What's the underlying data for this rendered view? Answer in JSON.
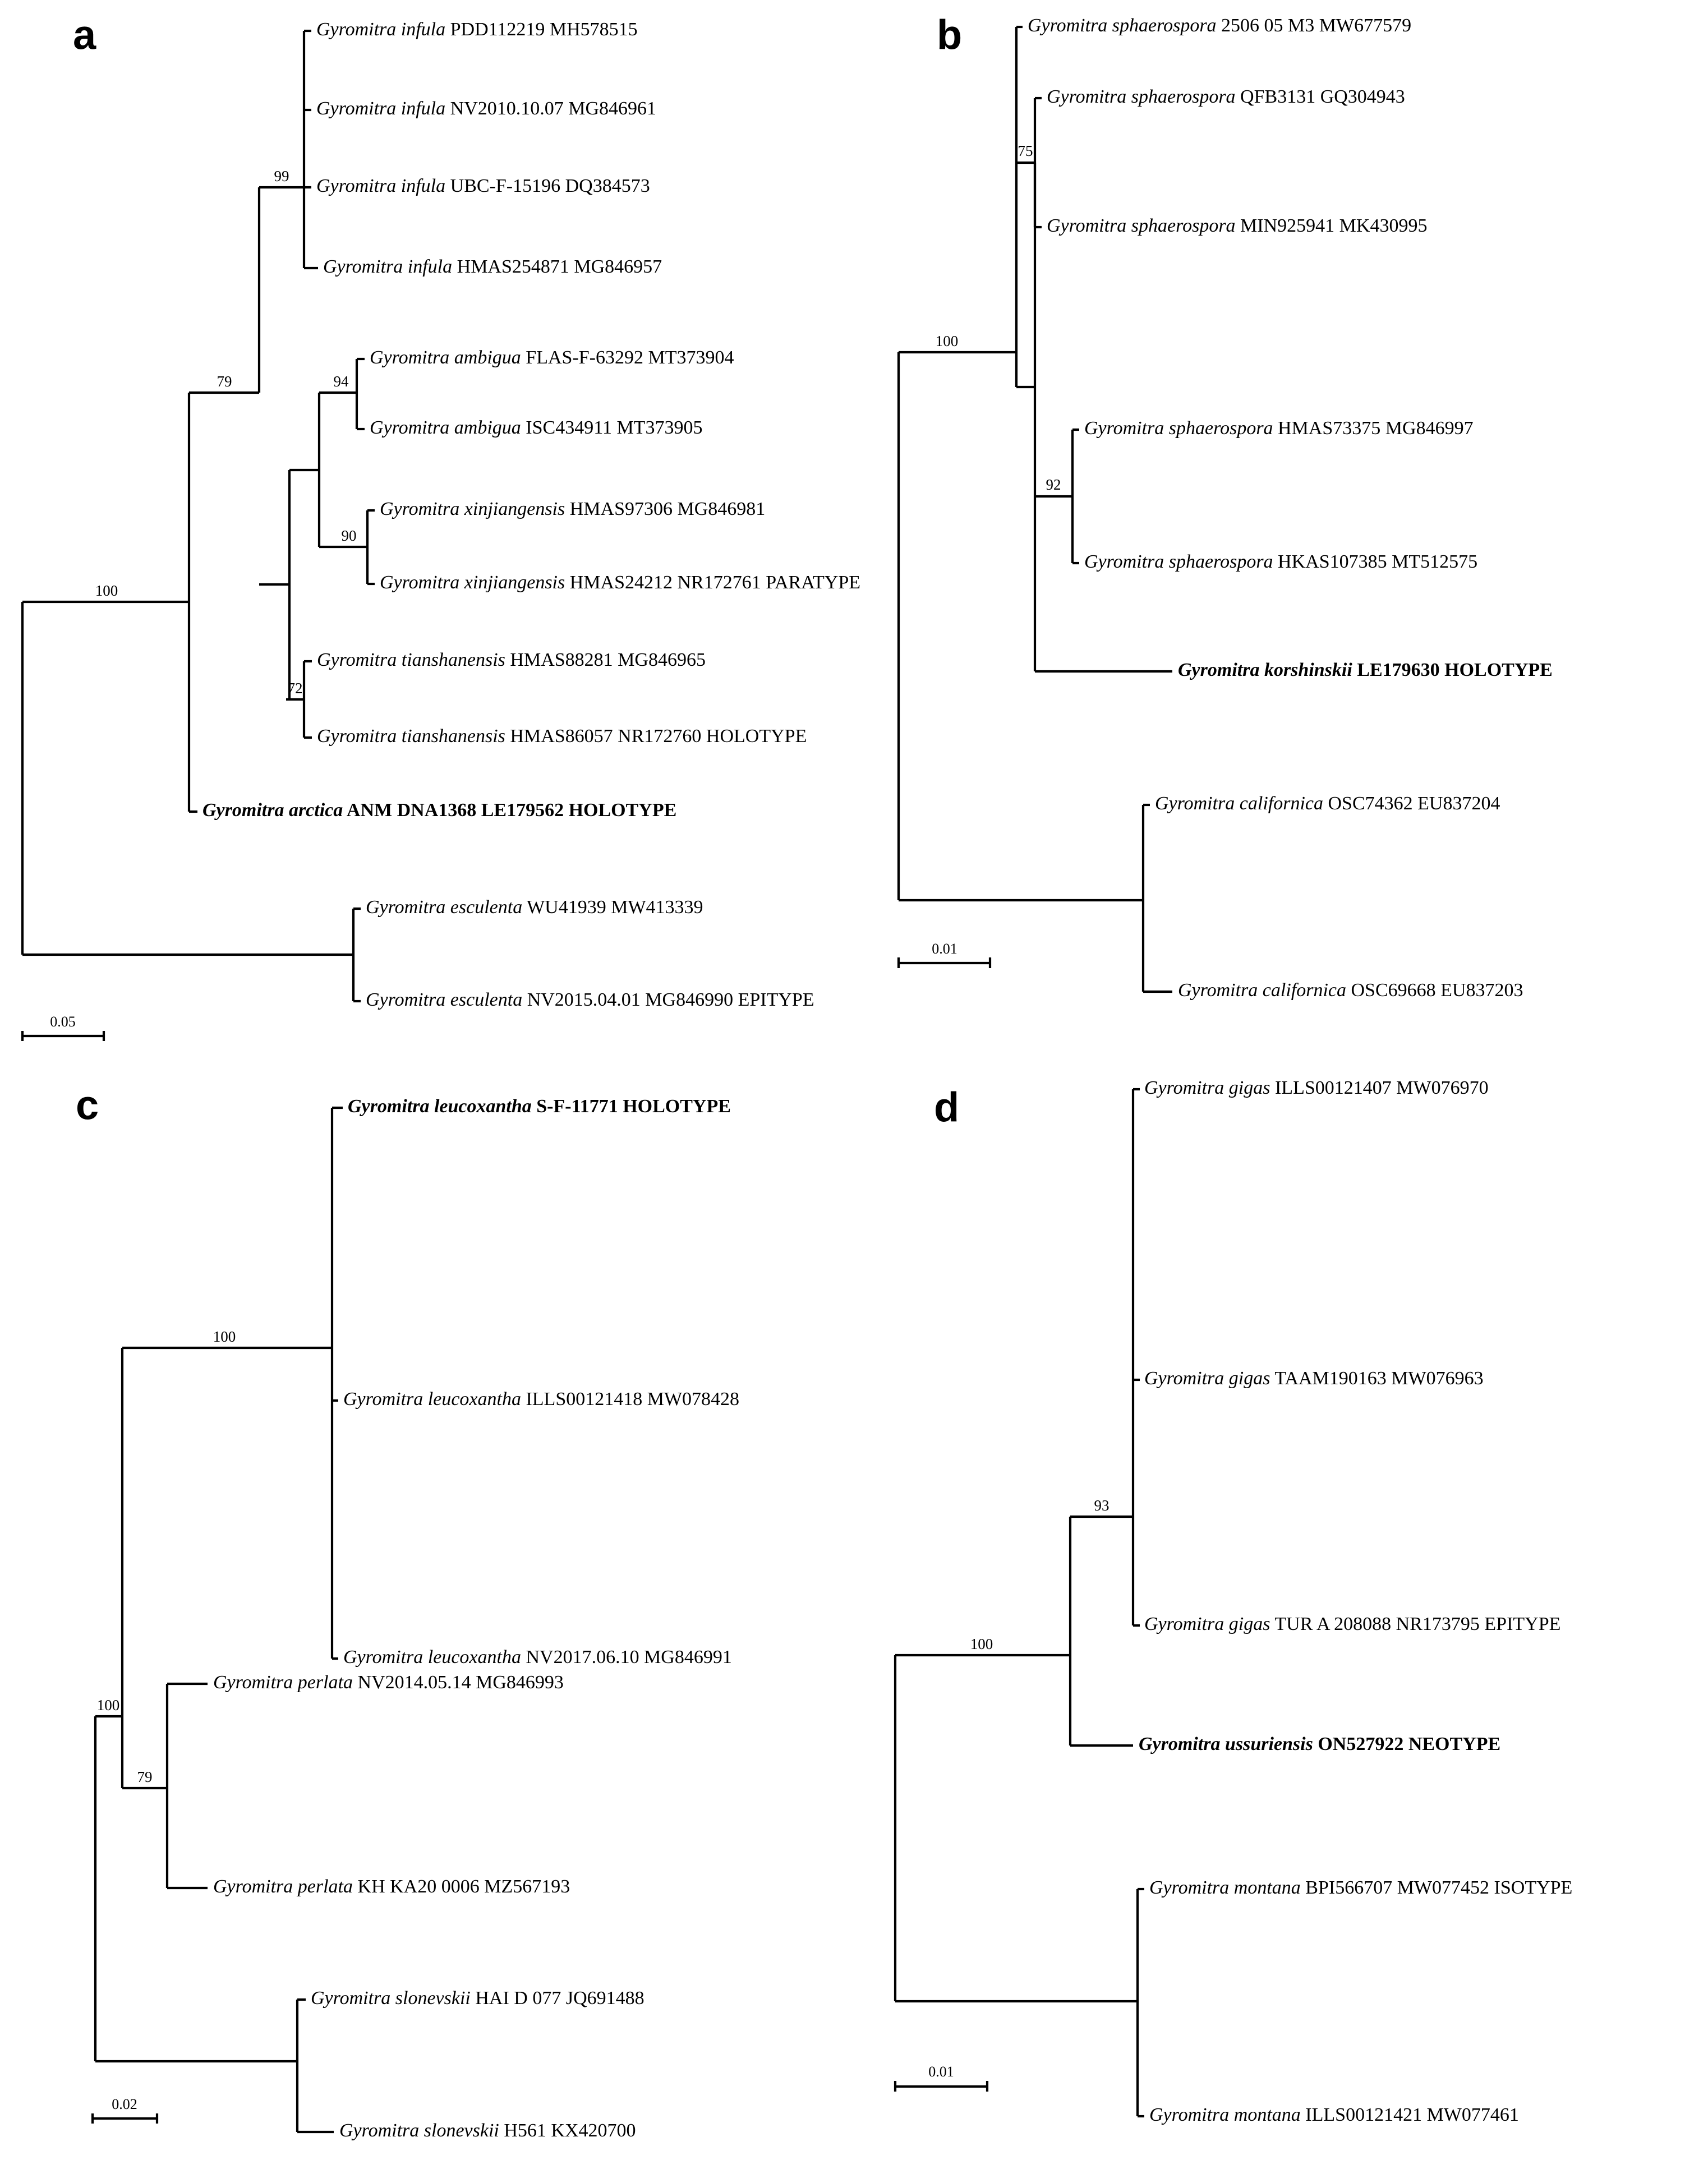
{
  "figure": {
    "type": "phylogenetic-tree-figure",
    "panel_count": 4,
    "panels": [
      "a",
      "b",
      "c",
      "d"
    ]
  },
  "panel_a": {
    "label": "a",
    "scale_bar": "0.05",
    "tips": [
      {
        "species": "Gyromitra infula",
        "voucher": "PDD112219 MH578515",
        "bold": false
      },
      {
        "species": "Gyromitra infula",
        "voucher": "NV2010.10.07 MG846961",
        "bold": false
      },
      {
        "species": "Gyromitra infula",
        "voucher": "UBC-F-15196 DQ384573",
        "bold": false
      },
      {
        "species": "Gyromitra infula",
        "voucher": "HMAS254871 MG846957",
        "bold": false
      },
      {
        "species": "Gyromitra ambigua",
        "voucher": "FLAS-F-63292 MT373904",
        "bold": false
      },
      {
        "species": "Gyromitra ambigua",
        "voucher": "ISC434911 MT373905",
        "bold": false
      },
      {
        "species": "Gyromitra xinjiangensis",
        "voucher": "HMAS97306 MG846981",
        "bold": false
      },
      {
        "species": "Gyromitra xinjiangensis",
        "voucher": "HMAS24212 NR172761 PARATYPE",
        "bold": false
      },
      {
        "species": "Gyromitra tianshanensis",
        "voucher": "HMAS88281 MG846965",
        "bold": false
      },
      {
        "species": "Gyromitra tianshanensis",
        "voucher": "HMAS86057 NR172760 HOLOTYPE",
        "bold": false
      },
      {
        "species": "Gyromitra arctica",
        "voucher": "ANM DNA1368 LE179562 HOLOTYPE",
        "bold": true
      },
      {
        "species": "Gyromitra esculenta",
        "voucher": "WU41939 MW413339",
        "bold": false
      },
      {
        "species": "Gyromitra esculenta",
        "voucher": "NV2015.04.01 MG846990 EPITYPE",
        "bold": false
      }
    ],
    "bootstraps": [
      "99",
      "79",
      "94",
      "90",
      "72",
      "100"
    ]
  },
  "panel_b": {
    "label": "b",
    "scale_bar": "0.01",
    "tips": [
      {
        "species": "Gyromitra sphaerospora",
        "voucher": "2506 05 M3 MW677579",
        "bold": false
      },
      {
        "species": "Gyromitra sphaerospora",
        "voucher": "QFB3131 GQ304943",
        "bold": false
      },
      {
        "species": "Gyromitra sphaerospora",
        "voucher": "MIN925941 MK430995",
        "bold": false
      },
      {
        "species": "Gyromitra sphaerospora",
        "voucher": "HMAS73375 MG846997",
        "bold": false
      },
      {
        "species": "Gyromitra sphaerospora",
        "voucher": "HKAS107385 MT512575",
        "bold": false
      },
      {
        "species": "Gyromitra korshinskii",
        "voucher": "LE179630 HOLOTYPE",
        "bold": true
      },
      {
        "species": "Gyromitra californica",
        "voucher": "OSC74362 EU837204",
        "bold": false
      },
      {
        "species": "Gyromitra californica",
        "voucher": "OSC69668 EU837203",
        "bold": false
      }
    ],
    "bootstraps": [
      "75",
      "100",
      "92"
    ]
  },
  "panel_c": {
    "label": "c",
    "scale_bar": "0.02",
    "tips": [
      {
        "species": "Gyromitra leucoxantha",
        "voucher": "S-F-11771 HOLOTYPE",
        "bold": true
      },
      {
        "species": "Gyromitra leucoxantha",
        "voucher": "ILLS00121418 MW078428",
        "bold": false
      },
      {
        "species": "Gyromitra leucoxantha",
        "voucher": "NV2017.06.10 MG846991",
        "bold": false
      },
      {
        "species": "Gyromitra perlata",
        "voucher": "NV2014.05.14 MG846993",
        "bold": false
      },
      {
        "species": "Gyromitra perlata",
        "voucher": "KH KA20 0006 MZ567193",
        "bold": false
      },
      {
        "species": "Gyromitra slonevskii",
        "voucher": "HAI D 077 JQ691488",
        "bold": false
      },
      {
        "species": "Gyromitra slonevskii",
        "voucher": "H561 KX420700",
        "bold": false
      }
    ],
    "bootstraps": [
      "100",
      "100",
      "79"
    ]
  },
  "panel_d": {
    "label": "d",
    "scale_bar": "0.01",
    "tips": [
      {
        "species": "Gyromitra gigas",
        "voucher": "ILLS00121407 MW076970",
        "bold": false
      },
      {
        "species": "Gyromitra gigas",
        "voucher": "TAAM190163 MW076963",
        "bold": false
      },
      {
        "species": "Gyromitra gigas",
        "voucher": "TUR A 208088 NR173795 EPITYPE",
        "bold": false
      },
      {
        "species": "Gyromitra ussuriensis",
        "voucher": "ON527922 NEOTYPE",
        "bold": true
      },
      {
        "species": "Gyromitra montana",
        "voucher": "BPI566707 MW077452 ISOTYPE",
        "bold": false
      },
      {
        "species": "Gyromitra montana",
        "voucher": "ILLS00121421 MW077461",
        "bold": false
      }
    ],
    "bootstraps": [
      "93",
      "100"
    ]
  },
  "chart_data": {
    "type": "tree",
    "title": "",
    "description": "Four maximum-likelihood phylogenetic trees (a-d) of Gyromitra species with bootstrap support values at nodes and scale bars in substitutions per site.",
    "panels": [
      {
        "id": "a",
        "scale_bar_value": 0.05,
        "taxa": [
          "Gyromitra infula PDD112219 MH578515",
          "Gyromitra infula NV2010.10.07 MG846961",
          "Gyromitra infula UBC-F-15196 DQ384573",
          "Gyromitra infula HMAS254871 MG846957",
          "Gyromitra ambigua FLAS-F-63292 MT373904",
          "Gyromitra ambigua ISC434911 MT373905",
          "Gyromitra xinjiangensis HMAS97306 MG846981",
          "Gyromitra xinjiangensis HMAS24212 NR172761 PARATYPE",
          "Gyromitra tianshanensis HMAS88281 MG846965",
          "Gyromitra tianshanensis HMAS86057 NR172760 HOLOTYPE",
          "Gyromitra arctica ANM DNA1368 LE179562 HOLOTYPE",
          "Gyromitra esculenta WU41939 MW413339",
          "Gyromitra esculenta NV2015.04.01 MG846990 EPITYPE"
        ],
        "node_support": [
          {
            "clade": "infula",
            "value": 99
          },
          {
            "clade": "infula+ambigua+xinjiangensis+tianshanensis",
            "value": 79
          },
          {
            "clade": "ambigua",
            "value": 94
          },
          {
            "clade": "xinjiangensis",
            "value": 90
          },
          {
            "clade": "tianshanensis",
            "value": 72
          },
          {
            "clade": "ingroup-root",
            "value": 100
          }
        ]
      },
      {
        "id": "b",
        "scale_bar_value": 0.01,
        "taxa": [
          "Gyromitra sphaerospora 2506 05 M3 MW677579",
          "Gyromitra sphaerospora QFB3131 GQ304943",
          "Gyromitra sphaerospora MIN925941 MK430995",
          "Gyromitra sphaerospora HMAS73375 MG846997",
          "Gyromitra sphaerospora HKAS107385 MT512575",
          "Gyromitra korshinskii LE179630 HOLOTYPE",
          "Gyromitra californica OSC74362 EU837204",
          "Gyromitra californica OSC69668 EU837203"
        ],
        "node_support": [
          {
            "clade": "sphaerospora-QFB+MIN",
            "value": 75
          },
          {
            "clade": "sphaerospora+korshinskii",
            "value": 100
          },
          {
            "clade": "sphaerospora-HMAS+HKAS",
            "value": 92
          }
        ]
      },
      {
        "id": "c",
        "scale_bar_value": 0.02,
        "taxa": [
          "Gyromitra leucoxantha S-F-11771 HOLOTYPE",
          "Gyromitra leucoxantha ILLS00121418 MW078428",
          "Gyromitra leucoxantha NV2017.06.10 MG846991",
          "Gyromitra perlata NV2014.05.14 MG846993",
          "Gyromitra perlata KH KA20 0006 MZ567193",
          "Gyromitra slonevskii HAI D 077 JQ691488",
          "Gyromitra slonevskii H561 KX420700"
        ],
        "node_support": [
          {
            "clade": "leucoxantha",
            "value": 100
          },
          {
            "clade": "leucoxantha+perlata",
            "value": 100
          },
          {
            "clade": "perlata",
            "value": 79
          }
        ]
      },
      {
        "id": "d",
        "scale_bar_value": 0.01,
        "taxa": [
          "Gyromitra gigas ILLS00121407 MW076970",
          "Gyromitra gigas TAAM190163 MW076963",
          "Gyromitra gigas TUR A 208088 NR173795 EPITYPE",
          "Gyromitra ussuriensis ON527922 NEOTYPE",
          "Gyromitra montana BPI566707 MW077452 ISOTYPE",
          "Gyromitra montana ILLS00121421 MW077461"
        ],
        "node_support": [
          {
            "clade": "gigas",
            "value": 93
          },
          {
            "clade": "gigas+ussuriensis",
            "value": 100
          }
        ]
      }
    ]
  }
}
